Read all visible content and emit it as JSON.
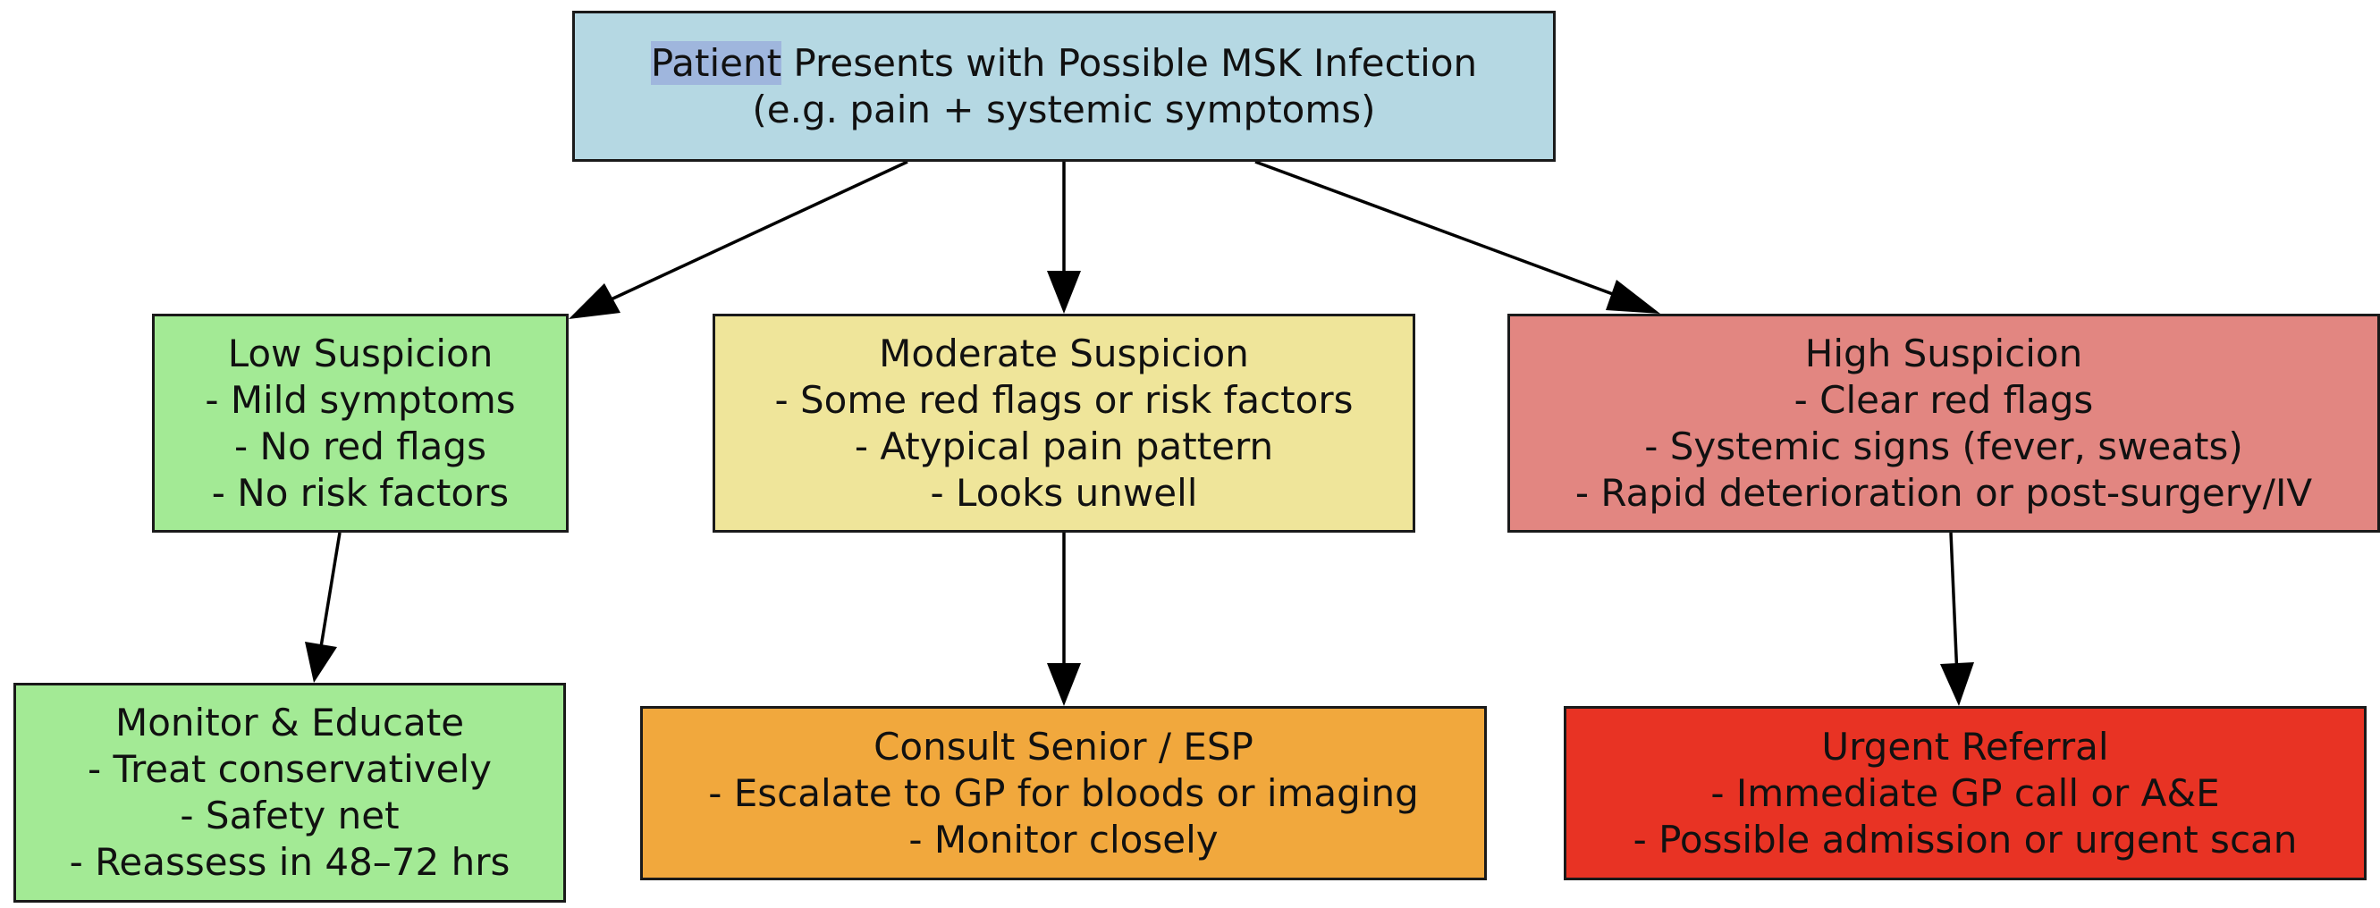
{
  "colors": {
    "root": "#b5d8e3",
    "low": "#a3ea95",
    "moderate": "#efe59a",
    "high": "#e28681",
    "monitor": "#a3ea95",
    "consult": "#f1a83d",
    "urgent": "#e83324",
    "root_highlight": "#9fb6dd"
  },
  "nodes": {
    "root": {
      "highlighted_word": "Patient",
      "title_rest": " Presents with Possible MSK Infection",
      "subtitle": "(e.g. pain + systemic symptoms)"
    },
    "low": {
      "lines": [
        "Low Suspicion",
        "- Mild symptoms",
        "- No red flags",
        "- No risk factors"
      ]
    },
    "moderate": {
      "lines": [
        "Moderate Suspicion",
        "- Some red flags or risk factors",
        "- Atypical pain pattern",
        "- Looks unwell"
      ]
    },
    "high": {
      "lines": [
        "High Suspicion",
        "- Clear red flags",
        "- Systemic signs (fever, sweats)",
        "- Rapid deterioration or post-surgery/IV"
      ]
    },
    "monitor": {
      "lines": [
        "Monitor & Educate",
        "- Treat conservatively",
        "- Safety net",
        "- Reassess in 48–72 hrs"
      ]
    },
    "consult": {
      "lines": [
        "Consult Senior / ESP",
        "- Escalate to GP for bloods or imaging",
        "- Monitor closely"
      ]
    },
    "urgent": {
      "lines": [
        "Urgent Referral",
        "- Immediate GP call or A&E",
        "- Possible admission or urgent scan"
      ]
    }
  }
}
